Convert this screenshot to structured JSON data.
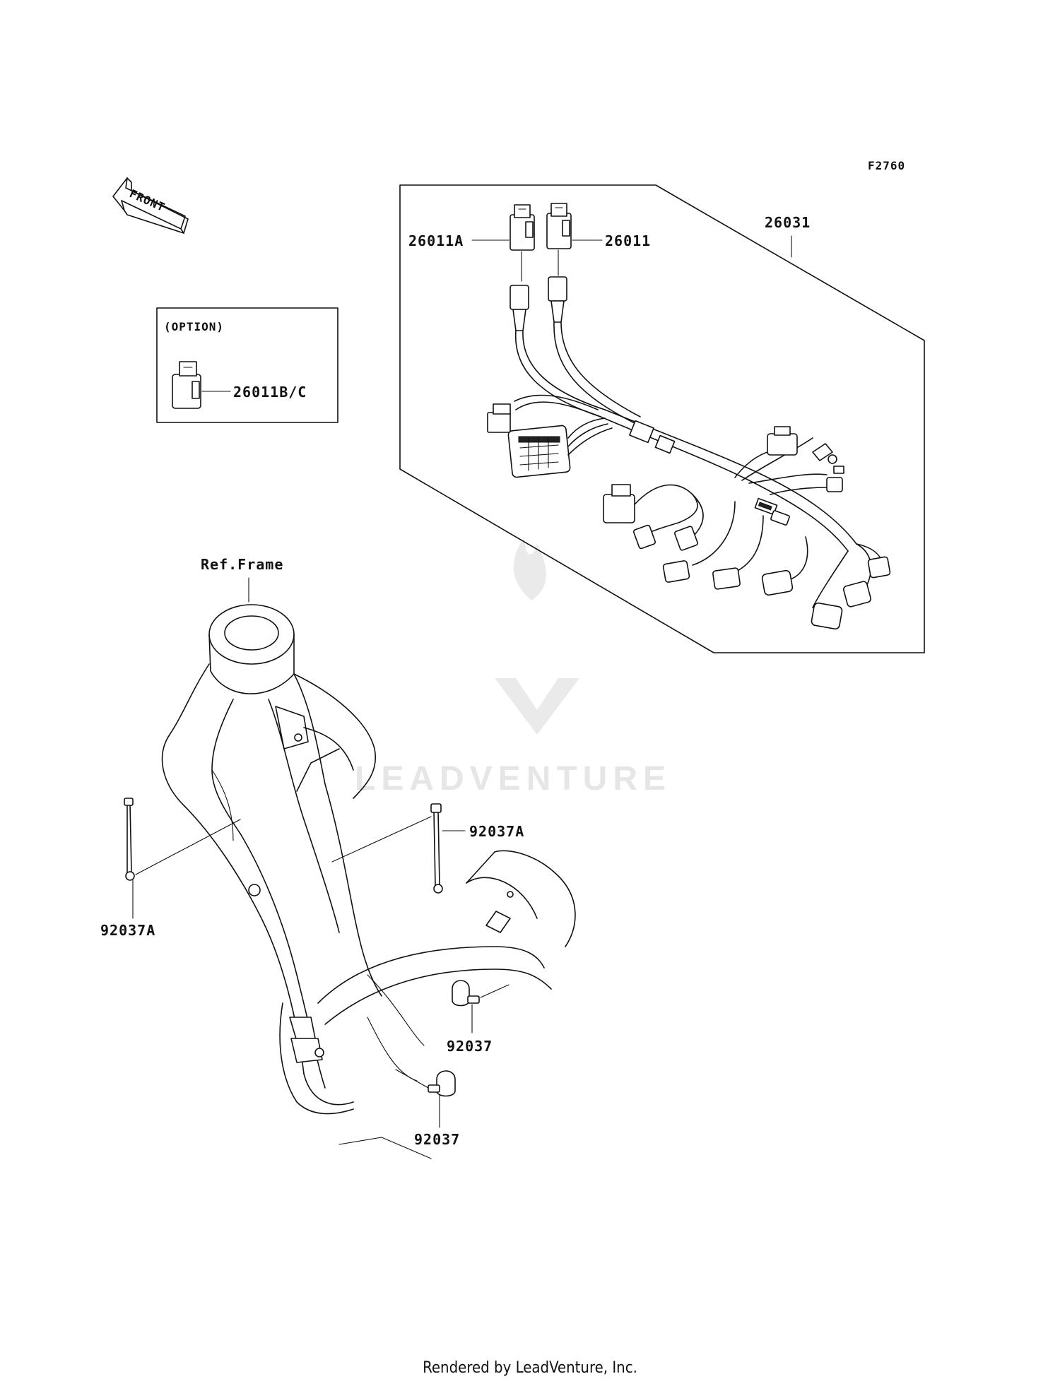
{
  "diagram": {
    "figure_code": "F2760",
    "front_arrow_label": "FRONT",
    "option_box_title": "(OPTION)",
    "watermark_text": "LEADVENTURE",
    "callouts": {
      "harness": "26031",
      "connector_a": "26011A",
      "connector": "26011",
      "connector_option": "26011B/C",
      "ref_frame": "Ref.Frame",
      "clamp_a_right": "92037A",
      "clamp_a_left": "92037A",
      "clamp_upper": "92037",
      "clamp_lower": "92037"
    }
  },
  "footer": {
    "rendered_by": "Rendered by LeadVenture, Inc."
  }
}
